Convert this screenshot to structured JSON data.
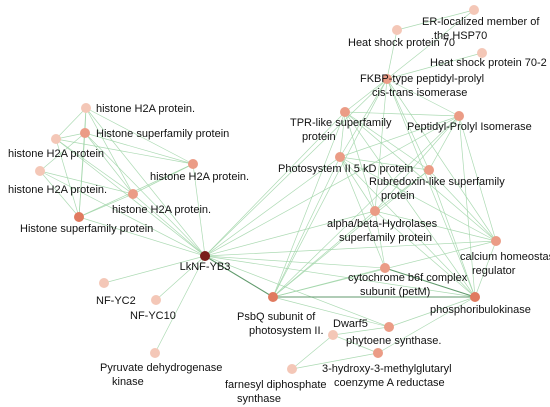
{
  "colors": {
    "edge": "#9dd3a6",
    "edge_strong": "#4f8f5c",
    "node_hub": "#7a1f1a",
    "node_dark": "#e07a5f",
    "node_mid": "#eb9c86",
    "node_light": "#f4c7b7"
  },
  "nodes": [
    {
      "id": "hub",
      "label_lines": [
        "LkNF-YB3"
      ],
      "shade": "hub"
    },
    {
      "id": "h2a1",
      "label_lines": [
        "histone H2A protein."
      ],
      "shade": "light"
    },
    {
      "id": "hsf1",
      "label_lines": [
        "Histone superfamily protein"
      ],
      "shade": "mid"
    },
    {
      "id": "h2a2",
      "label_lines": [
        "histone H2A protein"
      ],
      "shade": "light"
    },
    {
      "id": "h2a3",
      "label_lines": [
        "histone H2A protein."
      ],
      "shade": "mid"
    },
    {
      "id": "h2a4",
      "label_lines": [
        "histone H2A protein."
      ],
      "shade": "light"
    },
    {
      "id": "h2a5",
      "label_lines": [
        "histone H2A protein."
      ],
      "shade": "mid"
    },
    {
      "id": "hsf2",
      "label_lines": [
        "Histone superfamily protein"
      ],
      "shade": "dark"
    },
    {
      "id": "nfyc2",
      "label_lines": [
        "NF-YC2"
      ],
      "shade": "light"
    },
    {
      "id": "nfyc10",
      "label_lines": [
        "NF-YC10"
      ],
      "shade": "light"
    },
    {
      "id": "pdk",
      "label_lines": [
        "Pyruvate dehydrogenase",
        "kinase"
      ],
      "shade": "light"
    },
    {
      "id": "er",
      "label_lines": [
        "ER-localized member of",
        "the HSP70"
      ],
      "shade": "light"
    },
    {
      "id": "hsp70",
      "label_lines": [
        "Heat shock protein 70"
      ],
      "shade": "light"
    },
    {
      "id": "hsp702",
      "label_lines": [
        "Heat shock protein 70-2"
      ],
      "shade": "light"
    },
    {
      "id": "fkbp",
      "label_lines": [
        "FKBP-type peptidyl-prolyl",
        "cis-trans isomerase"
      ],
      "shade": "mid"
    },
    {
      "id": "tpr",
      "label_lines": [
        "TPR-like superfamily",
        "protein"
      ],
      "shade": "mid"
    },
    {
      "id": "ppi",
      "label_lines": [
        "Peptidyl-Prolyl Isomerase"
      ],
      "shade": "mid"
    },
    {
      "id": "ps2",
      "label_lines": [
        "Photosystem II 5 kD protein"
      ],
      "shade": "mid"
    },
    {
      "id": "rub",
      "label_lines": [
        "Rubredoxin-like superfamily",
        "protein"
      ],
      "shade": "mid"
    },
    {
      "id": "abh",
      "label_lines": [
        "alpha/beta-Hydrolases",
        "superfamily protein"
      ],
      "shade": "mid"
    },
    {
      "id": "chr",
      "label_lines": [
        "calcium homeostasis",
        "regulator"
      ],
      "shade": "mid"
    },
    {
      "id": "cyt",
      "label_lines": [
        "cytochrome b6f complex",
        "subunit (petM)"
      ],
      "shade": "mid"
    },
    {
      "id": "psbq",
      "label_lines": [
        "PsbQ subunit of",
        "photosystem II."
      ],
      "shade": "dark"
    },
    {
      "id": "prk",
      "label_lines": [
        "phosphoribulokinase"
      ],
      "shade": "dark"
    },
    {
      "id": "phy",
      "label_lines": [
        "phytoene synthase."
      ],
      "shade": "mid"
    },
    {
      "id": "dwf",
      "label_lines": [
        "Dwarf5"
      ],
      "shade": "light"
    },
    {
      "id": "hmg",
      "label_lines": [
        "3-hydroxy-3-methylglutaryl",
        "coenzyme A reductase"
      ],
      "shade": "mid"
    },
    {
      "id": "fps",
      "label_lines": [
        "farnesyl diphosphate",
        "synthase"
      ],
      "shade": "light"
    }
  ],
  "edges": [
    [
      "hub",
      "h2a1"
    ],
    [
      "hub",
      "hsf1"
    ],
    [
      "hub",
      "h2a2"
    ],
    [
      "hub",
      "h2a3"
    ],
    [
      "hub",
      "h2a4"
    ],
    [
      "hub",
      "h2a5"
    ],
    [
      "hub",
      "hsf2"
    ],
    [
      "hub",
      "nfyc2"
    ],
    [
      "hub",
      "nfyc10"
    ],
    [
      "hub",
      "pdk"
    ],
    [
      "hub",
      "tpr"
    ],
    [
      "hub",
      "ps2"
    ],
    [
      "hub",
      "abh"
    ],
    [
      "hub",
      "cyt"
    ],
    [
      "hub",
      "psbq"
    ],
    [
      "hub",
      "prk"
    ],
    [
      "hub",
      "phy"
    ],
    [
      "hub",
      "chr"
    ],
    [
      "hub",
      "ppi"
    ],
    [
      "hub",
      "fkbp"
    ],
    [
      "h2a1",
      "hsf1"
    ],
    [
      "h2a1",
      "h2a2"
    ],
    [
      "h2a1",
      "h2a3"
    ],
    [
      "h2a1",
      "h2a5"
    ],
    [
      "h2a1",
      "hsf2"
    ],
    [
      "hsf1",
      "h2a2"
    ],
    [
      "hsf1",
      "h2a3"
    ],
    [
      "hsf1",
      "h2a4"
    ],
    [
      "hsf1",
      "h2a5"
    ],
    [
      "hsf1",
      "hsf2"
    ],
    [
      "h2a2",
      "h2a3"
    ],
    [
      "h2a2",
      "h2a5"
    ],
    [
      "h2a2",
      "hsf2"
    ],
    [
      "h2a3",
      "h2a5"
    ],
    [
      "h2a3",
      "hsf2"
    ],
    [
      "h2a4",
      "h2a5"
    ],
    [
      "h2a4",
      "hsf2"
    ],
    [
      "h2a5",
      "hsf2"
    ],
    [
      "er",
      "hsp70"
    ],
    [
      "hsp70",
      "fkbp"
    ],
    [
      "hsp702",
      "fkbp"
    ],
    [
      "er",
      "fkbp"
    ],
    [
      "fkbp",
      "tpr"
    ],
    [
      "fkbp",
      "ppi"
    ],
    [
      "fkbp",
      "ps2"
    ],
    [
      "fkbp",
      "rub"
    ],
    [
      "fkbp",
      "abh"
    ],
    [
      "fkbp",
      "chr"
    ],
    [
      "fkbp",
      "psbq"
    ],
    [
      "fkbp",
      "prk"
    ],
    [
      "tpr",
      "ppi"
    ],
    [
      "tpr",
      "ps2"
    ],
    [
      "tpr",
      "rub"
    ],
    [
      "tpr",
      "abh"
    ],
    [
      "tpr",
      "chr"
    ],
    [
      "tpr",
      "prk"
    ],
    [
      "tpr",
      "psbq"
    ],
    [
      "ppi",
      "ps2"
    ],
    [
      "ppi",
      "rub"
    ],
    [
      "ppi",
      "abh"
    ],
    [
      "ppi",
      "chr"
    ],
    [
      "ppi",
      "prk"
    ],
    [
      "ppi",
      "psbq"
    ],
    [
      "ps2",
      "rub"
    ],
    [
      "ps2",
      "abh"
    ],
    [
      "ps2",
      "chr"
    ],
    [
      "ps2",
      "prk"
    ],
    [
      "ps2",
      "psbq"
    ],
    [
      "ps2",
      "cyt"
    ],
    [
      "rub",
      "abh"
    ],
    [
      "rub",
      "chr"
    ],
    [
      "rub",
      "prk"
    ],
    [
      "rub",
      "psbq"
    ],
    [
      "abh",
      "chr"
    ],
    [
      "abh",
      "prk"
    ],
    [
      "abh",
      "psbq"
    ],
    [
      "abh",
      "cyt"
    ],
    [
      "chr",
      "prk"
    ],
    [
      "chr",
      "psbq"
    ],
    [
      "cyt",
      "prk"
    ],
    [
      "cyt",
      "psbq"
    ],
    [
      "psbq",
      "prk"
    ],
    [
      "psbq",
      "phy"
    ],
    [
      "prk",
      "phy"
    ],
    [
      "phy",
      "dwf"
    ],
    [
      "dwf",
      "hmg"
    ],
    [
      "dwf",
      "fps"
    ],
    [
      "hmg",
      "fps"
    ],
    [
      "prk",
      "hmg"
    ]
  ],
  "strong_edges": [
    [
      "psbq",
      "prk"
    ],
    [
      "hub",
      "psbq"
    ],
    [
      "cyt",
      "prk"
    ]
  ]
}
